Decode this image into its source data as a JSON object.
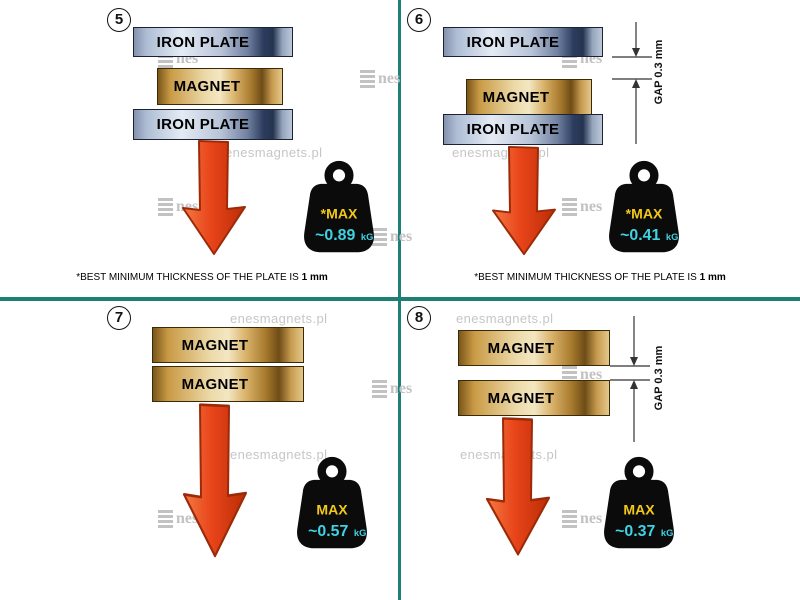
{
  "colors": {
    "divider": "#1e8074",
    "arrow": "#e8441a",
    "max_label": "#f2c918",
    "value_text": "#3fd2e2"
  },
  "watermark": {
    "site": "enesmagnets.pl",
    "brand": "Enes",
    "brand_rest": "nes"
  },
  "panels": [
    {
      "number": "5",
      "blocks": [
        {
          "label": "IRON PLATE"
        },
        {
          "label": "MAGNET"
        },
        {
          "label": "IRON PLATE"
        }
      ],
      "weight": {
        "max_label": "*MAX",
        "value": "~0.89",
        "unit": "kG"
      },
      "footnote": {
        "text": "*BEST MINIMUM THICKNESS OF THE PLATE IS",
        "bold": "1 mm"
      }
    },
    {
      "number": "6",
      "blocks": [
        {
          "label": "IRON PLATE"
        },
        {
          "label": "MAGNET"
        },
        {
          "label": "IRON PLATE"
        }
      ],
      "gap_label": "GAP 0.3 mm",
      "weight": {
        "max_label": "*MAX",
        "value": "~0.41",
        "unit": "kG"
      },
      "footnote": {
        "text": "*BEST MINIMUM THICKNESS OF THE PLATE IS",
        "bold": "1 mm"
      }
    },
    {
      "number": "7",
      "blocks": [
        {
          "label": "MAGNET"
        },
        {
          "label": "MAGNET"
        }
      ],
      "weight": {
        "max_label": "MAX",
        "value": "~0.57",
        "unit": "kG"
      }
    },
    {
      "number": "8",
      "blocks": [
        {
          "label": "MAGNET"
        },
        {
          "label": "MAGNET"
        }
      ],
      "gap_label": "GAP 0.3 mm",
      "weight": {
        "max_label": "MAX",
        "value": "~0.37",
        "unit": "kG"
      }
    }
  ]
}
